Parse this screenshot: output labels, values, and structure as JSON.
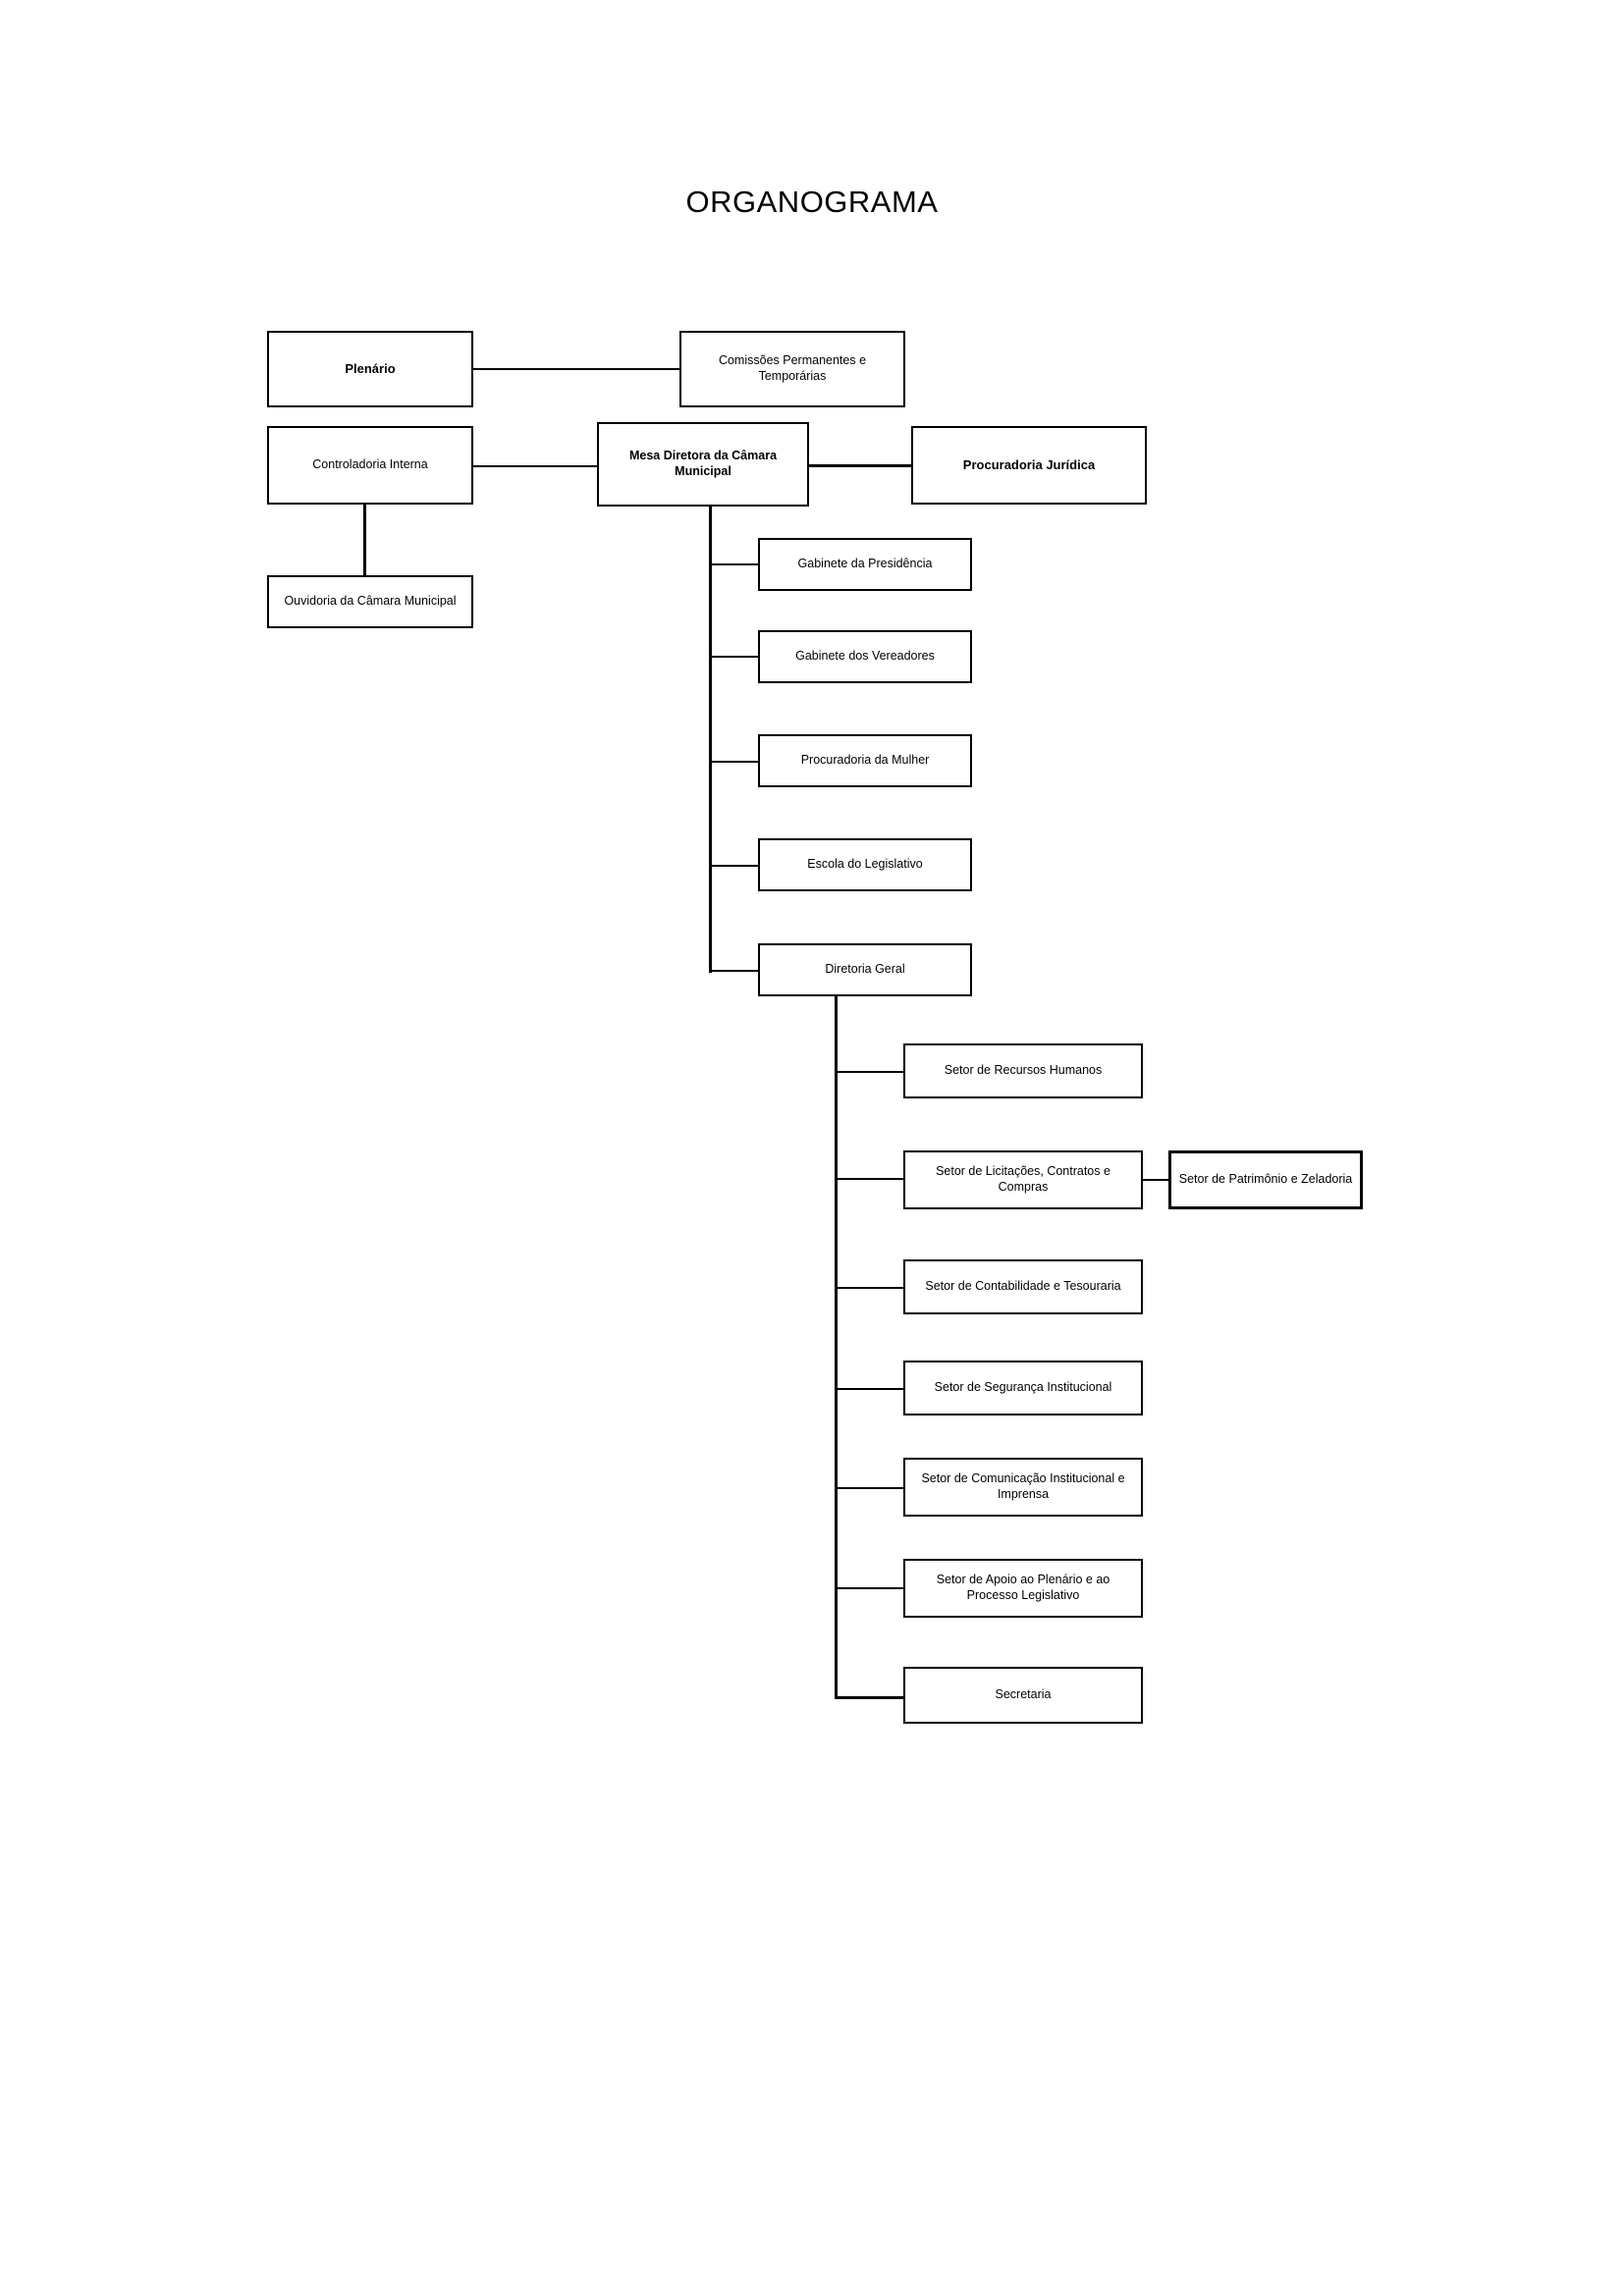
{
  "document": {
    "title": "ORGANOGRAMA"
  },
  "nodes": {
    "plenario": "Plenário",
    "comissoes": "Comissões Permanentes e Temporárias",
    "controladoria": "Controladoria Interna",
    "mesa_diretora": "Mesa Diretora da Câmara Municipal",
    "procuradoria_juridica": "Procuradoria Jurídica",
    "ouvidoria": "Ouvidoria da Câmara Municipal",
    "gabinete_presidencia": "Gabinete da Presidência",
    "gabinete_vereadores": "Gabinete dos Vereadores",
    "procuradoria_mulher": "Procuradoria da Mulher",
    "escola_legislativo": "Escola do Legislativo",
    "diretoria_geral": "Diretoria Geral",
    "setor_rh": "Setor de Recursos Humanos",
    "setor_licitacoes": "Setor de Licitações, Contratos e Compras",
    "setor_patrimonio": "Setor de Patrimônio e Zeladoria",
    "setor_contabilidade": "Setor de Contabilidade e Tesouraria",
    "setor_seguranca": "Setor de Segurança Institucional",
    "setor_comunicacao": "Setor de Comunicação Institucional e Imprensa",
    "setor_apoio_plenario": "Setor de Apoio ao Plenário e ao Processo Legislativo",
    "secretaria": "Secretaria"
  },
  "style": {
    "line_color": "#000000",
    "box_fill": "#ffffff",
    "text_color": "#000000"
  }
}
